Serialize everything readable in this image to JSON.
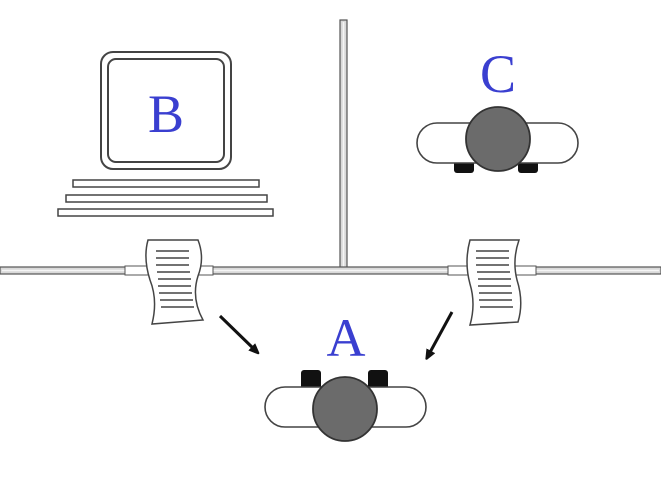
{
  "labels": {
    "a": "A",
    "b": "B",
    "c": "C"
  },
  "colors": {
    "label": "#3a3fd0",
    "head": "#6b6b6b",
    "line": "#555555",
    "fill": "#ffffff",
    "feet": "#111111",
    "wall": "#cfcfcf"
  },
  "icons": {
    "computer": "computer-icon",
    "person": "person-top-view-icon",
    "paper": "paper-slip-icon",
    "arrow": "arrow-icon"
  }
}
